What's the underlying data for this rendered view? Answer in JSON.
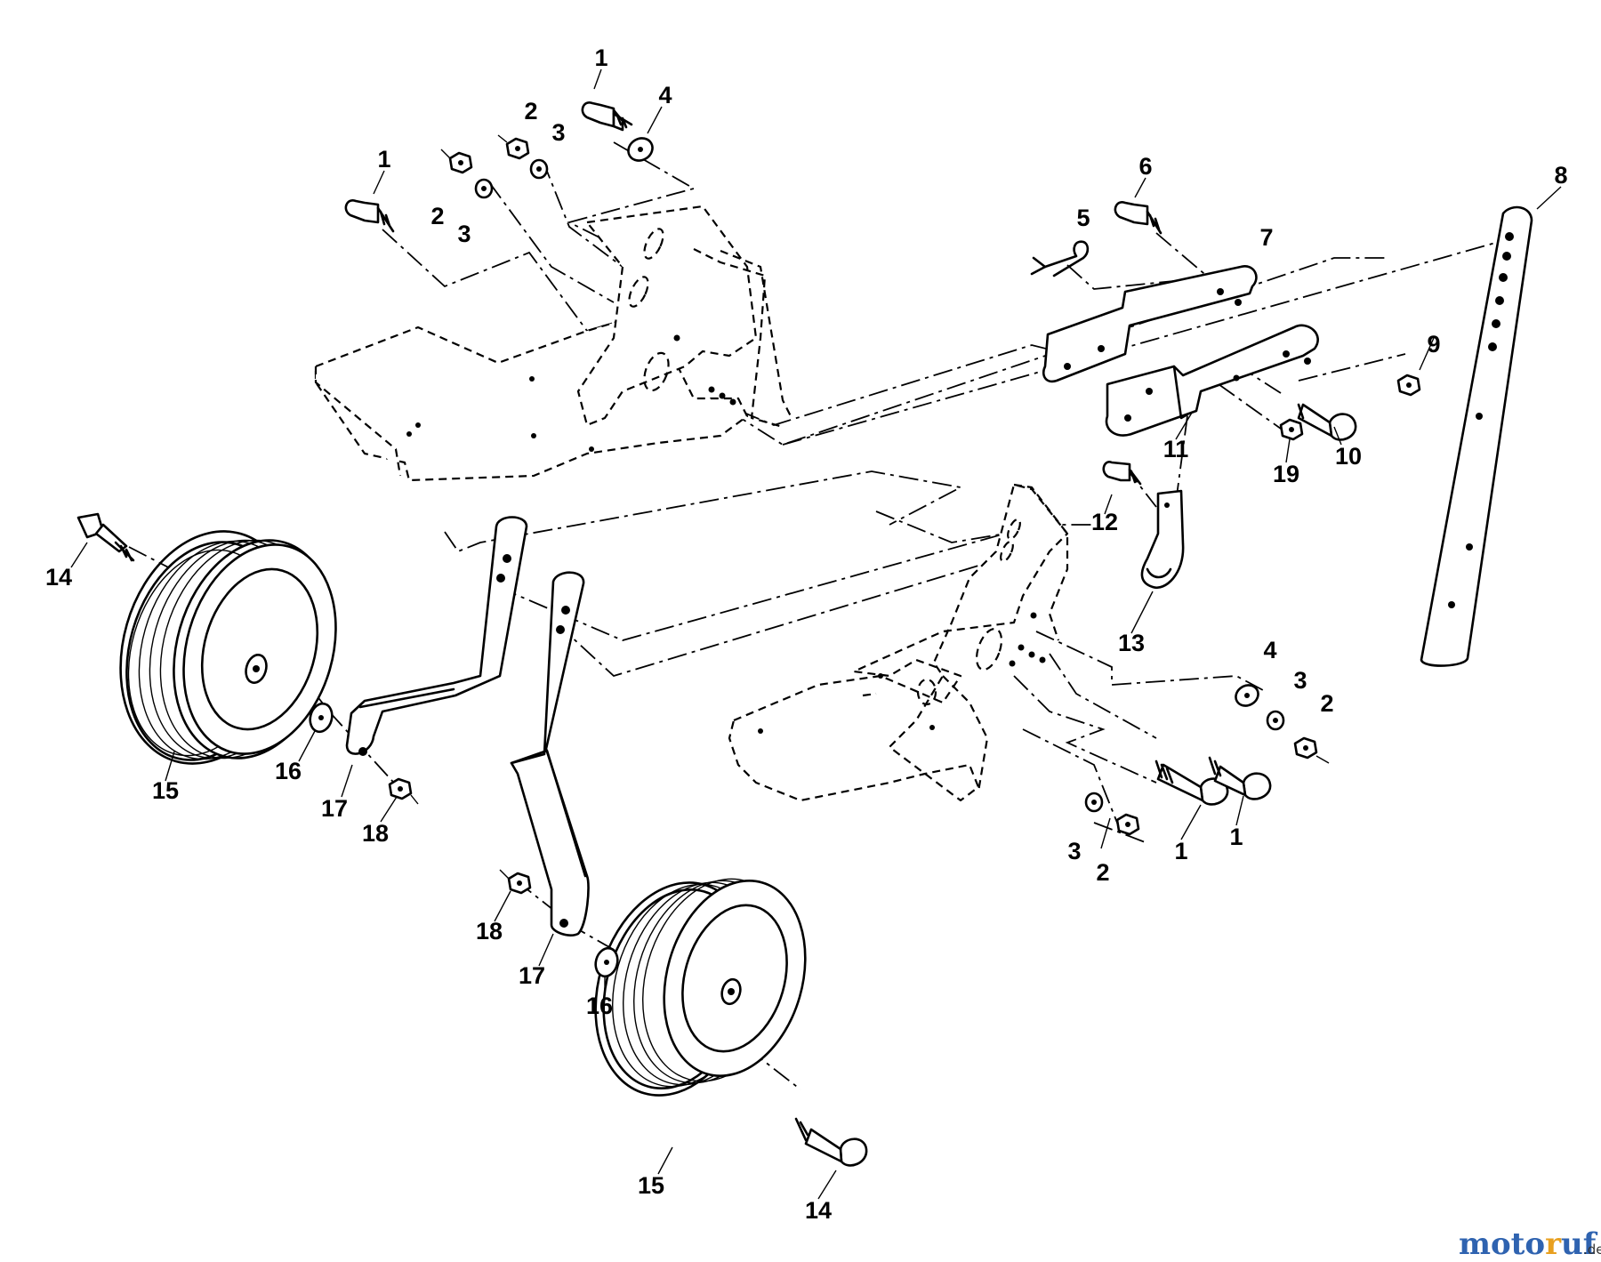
{
  "watermark": {
    "letters": [
      "m",
      "o",
      "t",
      "o",
      "r",
      "u",
      "f"
    ],
    "colors": [
      "#2f63b0",
      "#2f63b0",
      "#2f63b0",
      "#2f63b0",
      "#e8a020",
      "#2f63b0",
      "#2f63b0"
    ],
    "suffix": ".de"
  },
  "callouts": [
    {
      "id": "c1a",
      "text": "1"
    },
    {
      "id": "c4a",
      "text": "4"
    },
    {
      "id": "c2a",
      "text": "2"
    },
    {
      "id": "c3a",
      "text": "3"
    },
    {
      "id": "c1b",
      "text": "1"
    },
    {
      "id": "c2b",
      "text": "2"
    },
    {
      "id": "c3b",
      "text": "3"
    },
    {
      "id": "c6",
      "text": "6"
    },
    {
      "id": "c5",
      "text": "5"
    },
    {
      "id": "c7",
      "text": "7"
    },
    {
      "id": "c8",
      "text": "8"
    },
    {
      "id": "c9",
      "text": "9"
    },
    {
      "id": "c10",
      "text": "10"
    },
    {
      "id": "c11",
      "text": "11"
    },
    {
      "id": "c19",
      "text": "19"
    },
    {
      "id": "c12",
      "text": "12"
    },
    {
      "id": "c13",
      "text": "13"
    },
    {
      "id": "c14a",
      "text": "14"
    },
    {
      "id": "c15a",
      "text": "15"
    },
    {
      "id": "c16a",
      "text": "16"
    },
    {
      "id": "c17a",
      "text": "17"
    },
    {
      "id": "c18a",
      "text": "18"
    },
    {
      "id": "c4c",
      "text": "4"
    },
    {
      "id": "c3c",
      "text": "3"
    },
    {
      "id": "c2c",
      "text": "2"
    },
    {
      "id": "c3d",
      "text": "3"
    },
    {
      "id": "c2d",
      "text": "2"
    },
    {
      "id": "c1c",
      "text": "1"
    },
    {
      "id": "c1d",
      "text": "1"
    },
    {
      "id": "c18b",
      "text": "18"
    },
    {
      "id": "c17b",
      "text": "17"
    },
    {
      "id": "c16b",
      "text": "16"
    },
    {
      "id": "c15b",
      "text": "15"
    },
    {
      "id": "c14b",
      "text": "14"
    }
  ]
}
